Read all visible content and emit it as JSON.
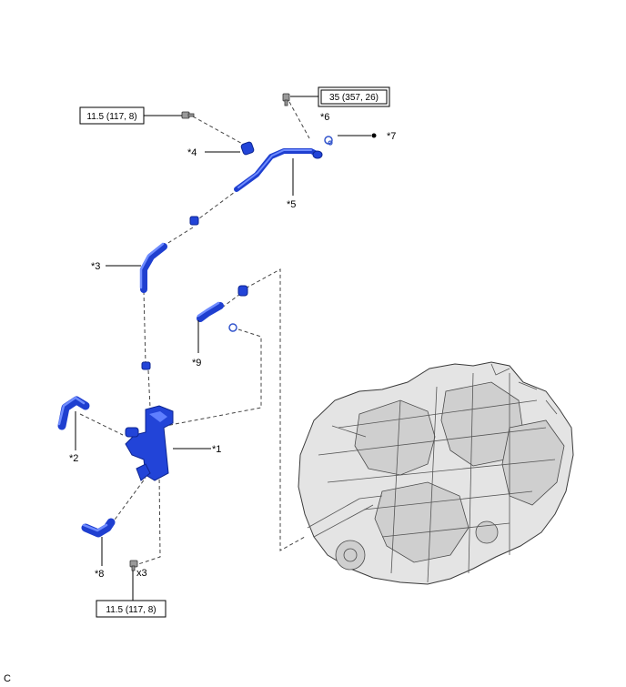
{
  "labels": {
    "p1": "*1",
    "p2": "*2",
    "p3": "*3",
    "p4": "*4",
    "p5": "*5",
    "p6": "*6",
    "p7": "*7",
    "p8": "*8",
    "p9": "*9",
    "qty": "x3",
    "corner": "C"
  },
  "torque": {
    "t_top_left": "11.5 (117, 8)",
    "t_top_right": "35 (357, 26)",
    "t_bottom": "11.5 (117, 8)"
  },
  "colors": {
    "part_blue": "#2244d8",
    "housing_gray": "#e4e4e4"
  }
}
